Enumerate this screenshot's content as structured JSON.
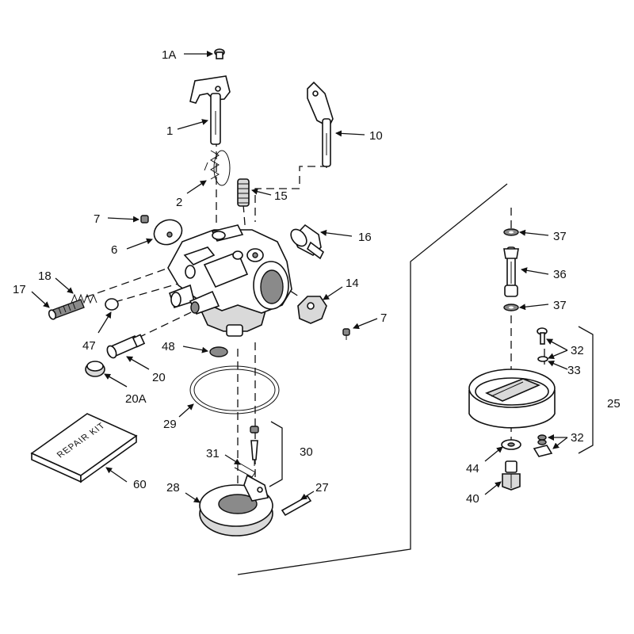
{
  "labels": {
    "l1A": "1A",
    "l1": "1",
    "l10": "10",
    "l2": "2",
    "l15": "15",
    "l7a": "7",
    "l6": "6",
    "l16": "16",
    "l18": "18",
    "l17": "17",
    "l14": "14",
    "l7b": "7",
    "l47": "47",
    "l48": "48",
    "l20": "20",
    "l20A": "20A",
    "l29": "29",
    "l30": "30",
    "l31": "31",
    "l27": "27",
    "l28": "28",
    "l60": "60",
    "l37a": "37",
    "l36": "36",
    "l37b": "37",
    "l32a": "32",
    "l33": "33",
    "l25": "25",
    "l32b": "32",
    "l44": "44",
    "l40": "40"
  },
  "repair_kit": "REPAIR KIT"
}
